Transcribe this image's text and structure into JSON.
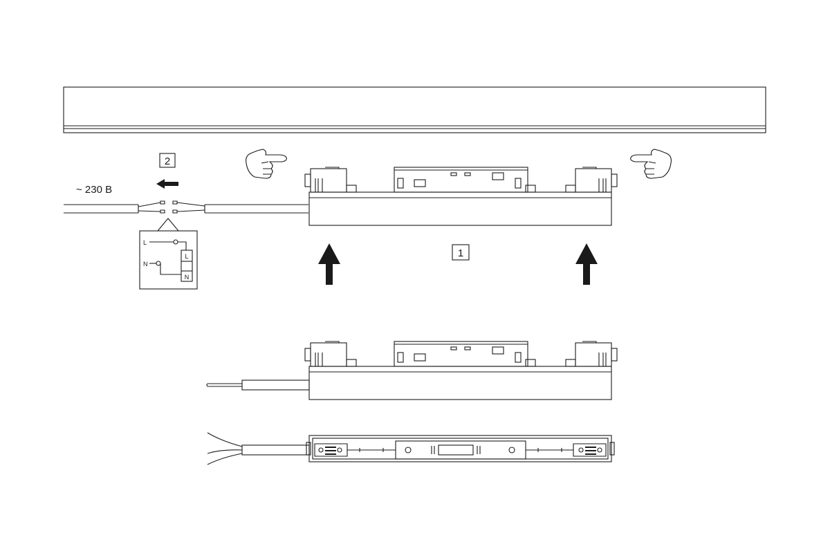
{
  "diagram": {
    "steps": {
      "step_1": "1",
      "step_2": "2"
    },
    "supply_voltage": "~ 230 В",
    "wiring_box": {
      "line_label": "L",
      "neutral_label": "N",
      "terminal_line": "L",
      "terminal_neutral": "N"
    }
  },
  "colors": {
    "line": "#1a1a1a",
    "background": "#ffffff"
  },
  "icons": [
    "pointing-hand-right-icon",
    "pointing-hand-left-icon",
    "arrow-left-icon",
    "arrow-up-icon"
  ]
}
